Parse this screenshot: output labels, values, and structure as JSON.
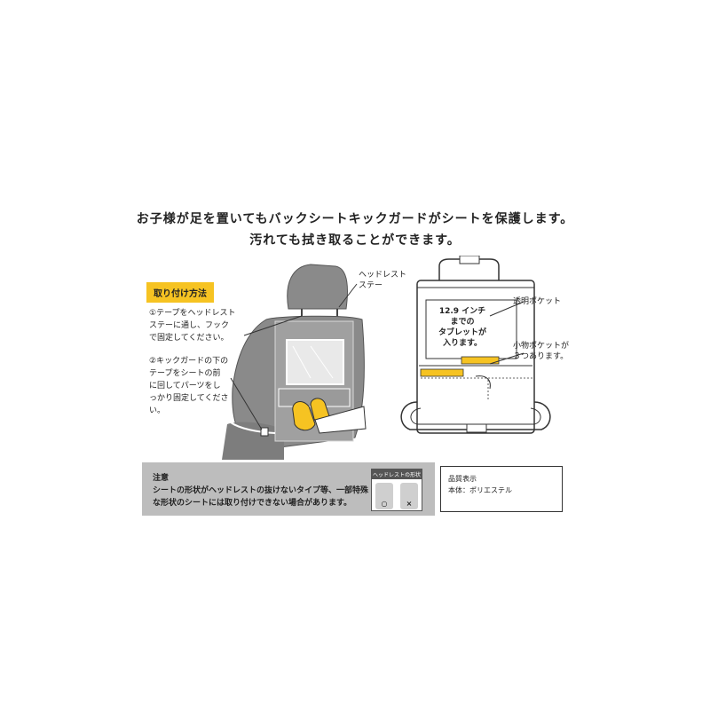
{
  "headline": {
    "line1": "お子様が足を置いてもバックシートキックガードがシートを保護します。",
    "line2": "汚れても拭き取ることができます。"
  },
  "left_diagram": {
    "headrest_label_1": "ヘッドレスト",
    "headrest_label_2": "ステー",
    "howto_tag": "取り付け方法",
    "step1": [
      "①テープをヘッドレスト",
      "ステーに通し、フック",
      "で固定してください。"
    ],
    "step2": [
      "②キックガードの下の",
      "テープをシートの前",
      "に回してパーツをし",
      "っかり固定してくださ",
      "い。"
    ]
  },
  "right_diagram": {
    "tablet_text": [
      "12.9 インチ",
      "までの",
      "タブレットが",
      "入ります。"
    ],
    "clear_pocket_label": "透明ポケット",
    "small_pocket_label": [
      "小物ポケットが",
      "３つあります。"
    ]
  },
  "notice": {
    "title": "注意",
    "lines": [
      "シートの形状がヘッドレストの抜けないタイプ等、一部特殊",
      "な形状のシートには取り付けできない場合があります。"
    ],
    "headrest_shape_label": "ヘッドレストの形状",
    "ok_mark": "○",
    "ng_mark": "×"
  },
  "quality": {
    "title": "品質表示",
    "body": "本体：ポリエステル"
  },
  "colors": {
    "accent_yellow": "#f6c322",
    "seat_gray": "#8a8a8a",
    "note_gray": "#bdbdbd"
  }
}
